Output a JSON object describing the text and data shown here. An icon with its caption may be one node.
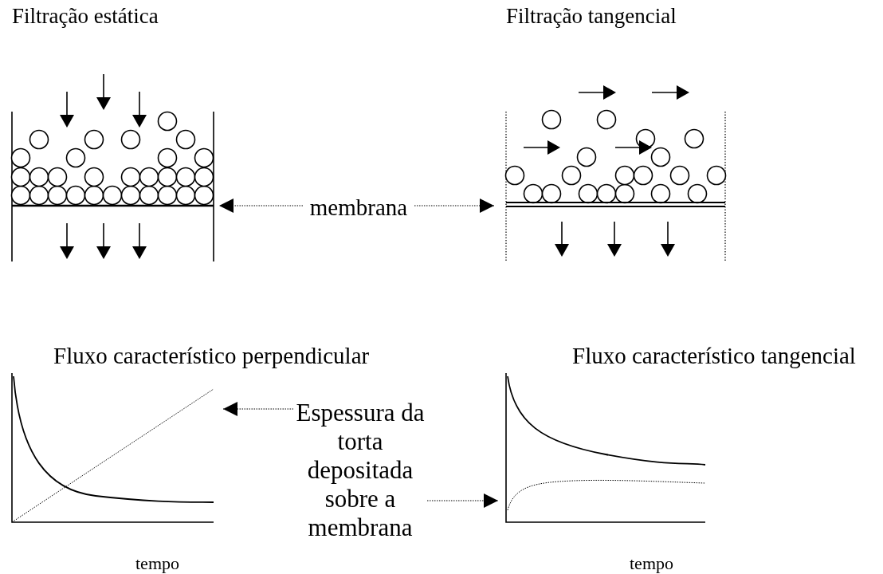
{
  "diagram": {
    "nodes": [
      {
        "text": [],
        "shape": "picture",
        "beside": [
          "Filtração estática"
        ]
      },
      {
        "text": [
          "membrana"
        ]
      },
      {
        "text": [],
        "shape": "picture",
        "beside": [
          "Filtração tangencial"
        ]
      },
      {
        "text": [],
        "shape": "picture",
        "beside": [
          "Fluxo característico perpendicular",
          "tempo"
        ]
      },
      {
        "text": [
          "Espessura da torta depositada sobre a membrana"
        ]
      },
      {
        "text": [],
        "shape": "picture",
        "beside": [
          "Fluxo característico tangencial",
          "tempo"
        ]
      }
    ],
    "edges": [
      {
        "from": 1,
        "to": 0,
        "arrow": "to",
        "style": "dashed"
      },
      {
        "from": 1,
        "to": 2,
        "arrow": "to",
        "style": "dashed"
      },
      {
        "from": 4,
        "to": 3,
        "arrow": "to",
        "style": "dashed"
      },
      {
        "from": 4,
        "to": 5,
        "arrow": "to",
        "style": "dashed"
      }
    ]
  }
}
